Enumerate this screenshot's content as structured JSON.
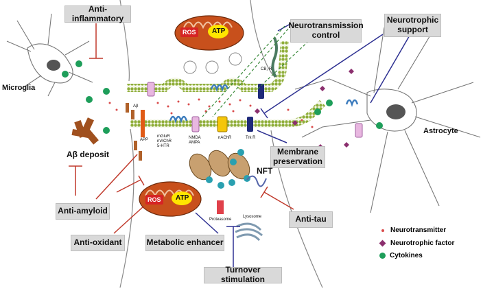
{
  "boxes": {
    "anti_inflammatory": "Anti-inflammatory",
    "neurotransmission_control": "Neurotransmission control",
    "neurotrophic_support": "Neurotrophic support",
    "membrane_preservation": "Membrane preservation",
    "anti_amyloid": "Anti-amyloid",
    "anti_oxidant": "Anti-oxidant",
    "metabolic_enhancer": "Metabolic enhancer",
    "anti_tau": "Anti-tau",
    "turnover_stimulation": "Turnover stimulation"
  },
  "cells": {
    "microglia": "Microglia",
    "astrocyte": "Astrocyte",
    "ab_deposit": "Aβ deposit"
  },
  "mito": {
    "ros": "ROS",
    "atp": "ATP"
  },
  "receptors": {
    "ab": "Aβ",
    "app": "APP",
    "mglur": "mGluR",
    "machr": "mAChR",
    "htr": "5-HTR",
    "nmda": "NMDA",
    "ampa": "AMPA",
    "nachr": "nAChR",
    "trkr": "Trk R",
    "cb1r": "CB₁ R"
  },
  "organelles": {
    "nft": "NFT",
    "proteasome": "Proteasome",
    "lysosome": "Lysosome"
  },
  "legend": {
    "neurotransmitter": "Neurotransmitter",
    "neurotrophic_factor": "Neurotrophic factor",
    "cytokines": "Cytokines"
  },
  "colors": {
    "inhibit_red": "#c0392b",
    "support_blue": "#2e3192",
    "nt_dot": "#d94b4b",
    "trophic": "#8b2f6e",
    "cytokine": "#1e9e5a",
    "mito": "#c8501c",
    "membrane": "#8fae3a"
  }
}
